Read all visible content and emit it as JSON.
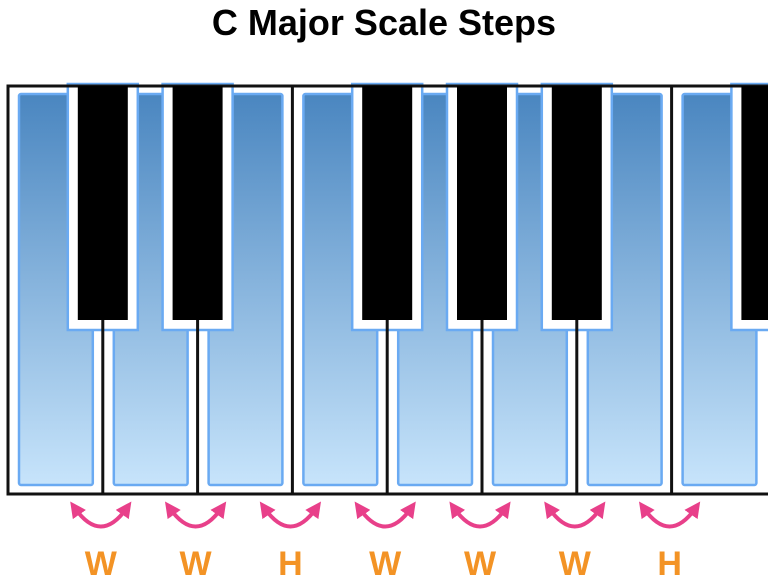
{
  "title": "C Major Scale Steps",
  "keyboard": {
    "white_keys": 8,
    "black_key_after_white_index": [
      0,
      1,
      3,
      4,
      5,
      7
    ]
  },
  "steps": [
    "W",
    "W",
    "H",
    "W",
    "W",
    "W",
    "H"
  ],
  "colors": {
    "key_top": "#4a86c0",
    "key_bottom": "#c7e4fb",
    "key_outline": "#6aaaf2",
    "arrow": "#e8408a",
    "step_label": "#f39325"
  }
}
